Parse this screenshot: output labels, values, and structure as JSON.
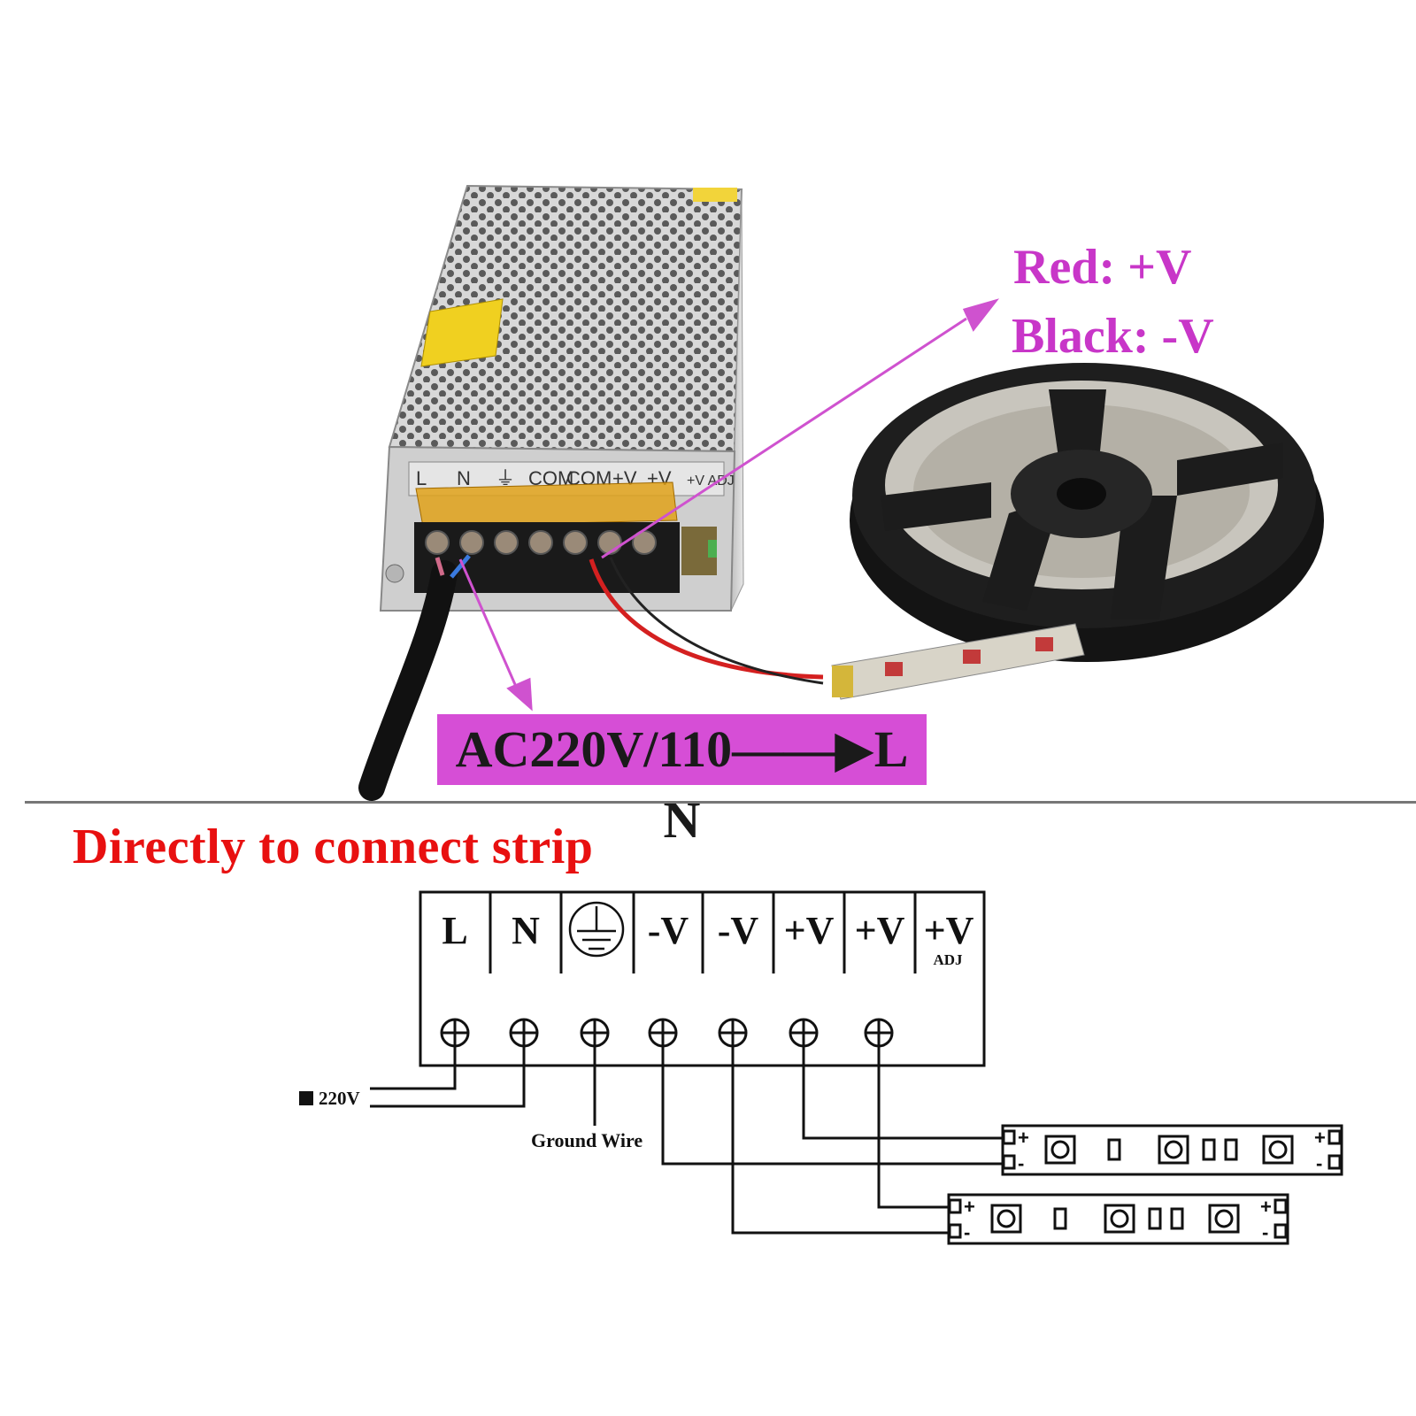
{
  "photo": {
    "callout_red": "Red: +V",
    "callout_black": "Black: -V",
    "ac_label": "AC220V/110——▶L N",
    "psu_terminal_labels": [
      "L",
      "N",
      "⏚",
      "COM",
      "COM",
      "+V",
      "+V",
      "+V ADJ"
    ]
  },
  "heading": "Directly to connect strip",
  "wiring": {
    "terminals": [
      {
        "label": "L",
        "sub": ""
      },
      {
        "label": "N",
        "sub": ""
      },
      {
        "label": "",
        "sub": "",
        "icon": "ground-symbol-icon"
      },
      {
        "label": "-V",
        "sub": ""
      },
      {
        "label": "-V",
        "sub": ""
      },
      {
        "label": "+V",
        "sub": ""
      },
      {
        "label": "+V",
        "sub": ""
      },
      {
        "label": "+V",
        "sub": "ADJ"
      }
    ],
    "input_label": "220V",
    "ground_label": "Ground Wire",
    "strip_plus": "+",
    "strip_minus": "-"
  },
  "colors": {
    "callout": "#c836c8",
    "ac_box": "#d64ed6",
    "heading": "#e81010",
    "red_wire": "#d42020",
    "strip": "#1a1a1a"
  }
}
